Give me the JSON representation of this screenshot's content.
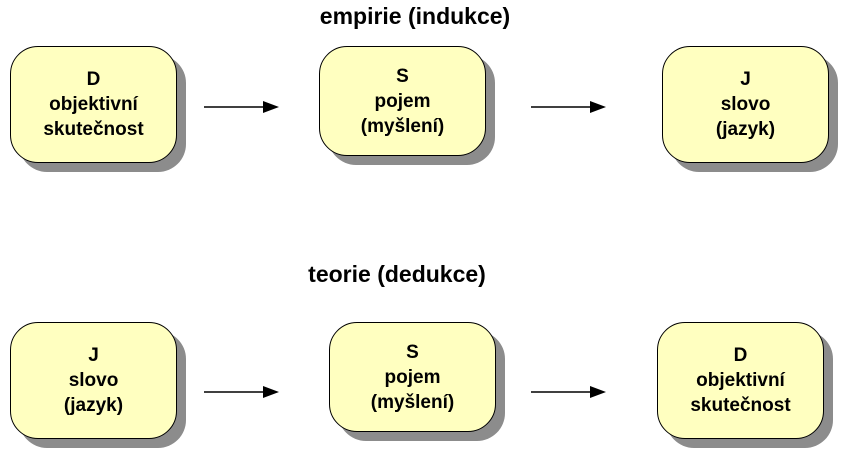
{
  "top": {
    "title": "empirie (indukce)",
    "boxes": [
      {
        "letter": "D",
        "line1": "objektivní",
        "line2": "skutečnost"
      },
      {
        "letter": "S",
        "line1": "pojem",
        "line2": "(myšlení)"
      },
      {
        "letter": "J",
        "line1": "slovo",
        "line2": "(jazyk)"
      }
    ]
  },
  "bottom": {
    "title": "teorie (dedukce)",
    "boxes": [
      {
        "letter": "J",
        "line1": "slovo",
        "line2": "(jazyk)"
      },
      {
        "letter": "S",
        "line1": "pojem",
        "line2": "(myšlení)"
      },
      {
        "letter": "D",
        "line1": "objektivní",
        "line2": "skutečnost"
      }
    ]
  },
  "colors": {
    "box_fill": "#ffffc0",
    "box_shadow": "#8c8c8c",
    "stroke": "#000000"
  }
}
